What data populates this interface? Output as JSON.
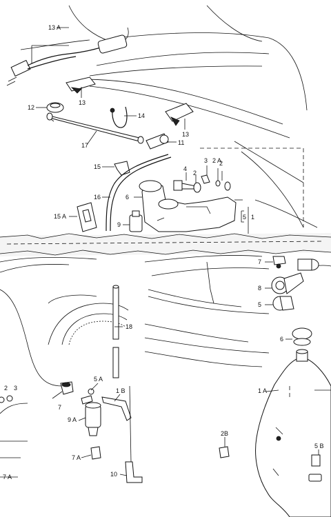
{
  "labels": {
    "l13A": "13 A",
    "l13a": "13",
    "l12": "12",
    "l14": "14",
    "l17": "17",
    "l13b": "13",
    "l11": "11",
    "l15": "15",
    "l4": "4",
    "l3a": "3",
    "l2Aa": "2 A",
    "l2a": "2",
    "l2b": "2",
    "l6a": "6",
    "l16": "16",
    "l15A": "15 A",
    "l9": "9",
    "l5a": "5",
    "l1a": "1",
    "l7a": "7",
    "l8": "8",
    "l5b": "5",
    "l18": "18",
    "l6b": "6",
    "l2c": "2",
    "l3b": "3",
    "l5A": "5 A",
    "l1B": "1 B",
    "l7b": "7",
    "l9A": "9 A",
    "l1A": "1 A",
    "l2B": "2B",
    "l5B": "5 B",
    "l7A": "7 A",
    "l10": "10",
    "l7Ab": "7 A"
  }
}
